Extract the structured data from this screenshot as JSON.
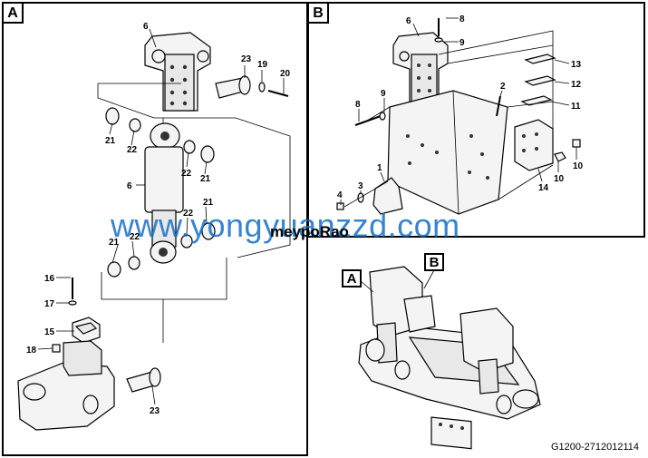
{
  "panels": {
    "a_tag": "A",
    "b_tag": "B"
  },
  "overview": {
    "callout_a": "A",
    "callout_b": "B"
  },
  "watermark": "www.yongyuanzzd.com",
  "overlay_text": "meypoRao",
  "drawing_number": "G1200-2712012114",
  "labels_a": [
    "6",
    "23",
    "19",
    "20",
    "21",
    "22",
    "22",
    "21",
    "6",
    "21",
    "22",
    "21",
    "22",
    "16",
    "17",
    "15",
    "18",
    "23"
  ],
  "labels_b": [
    "6",
    "8",
    "9",
    "13",
    "12",
    "11",
    "2",
    "8",
    "9",
    "1",
    "10",
    "10",
    "14",
    "4",
    "3"
  ]
}
